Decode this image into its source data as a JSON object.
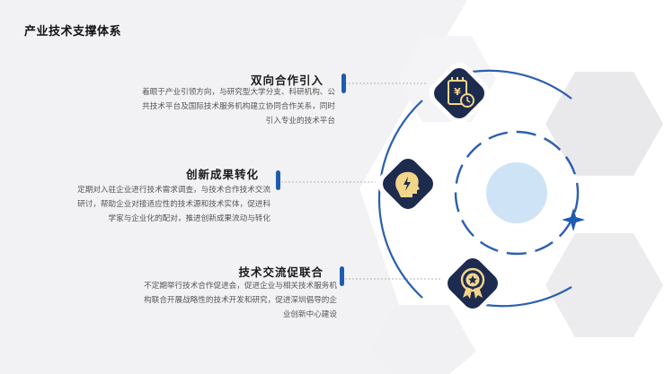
{
  "page": {
    "title": "产业技术支撑体系"
  },
  "items": [
    {
      "title": "双向合作引入",
      "desc": [
        "着眼于产业引领方向，与研究型大学分支、科研机构、公",
        "共技术平台及国际技术服务机构建立协同合作关系，同时",
        "引入专业的技术平台"
      ],
      "icon": "finance-clock-icon"
    },
    {
      "title": "创新成果转化",
      "desc": [
        "定期对入驻企业进行技术需求调查，与技术合作技术交流",
        "研讨，帮助企业对接适应性的技术源和技术实体，促进科",
        "学家与企业化的配对，推进创新成果流动与转化"
      ],
      "icon": "brain-bolt-icon"
    },
    {
      "title": "技术交流促联合",
      "desc": [
        "不定期举行技术合作促进会，促进企业与相关技术服务机",
        "构联合开展战略性的技术开发和研究，促进深圳倡导的企",
        "业创新中心建设"
      ],
      "icon": "award-badge-icon"
    }
  ],
  "colors": {
    "navy": "#1d2b4f",
    "accent_blue": "#1f5bb0",
    "gold": "#f3d58a",
    "light_blue": "#cfe3f7"
  }
}
